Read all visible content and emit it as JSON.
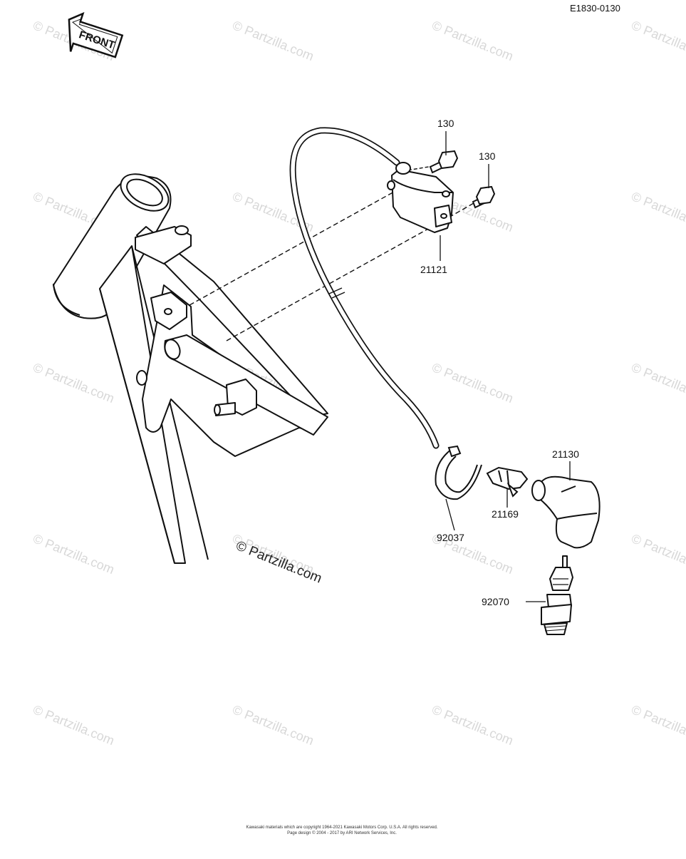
{
  "diagram_code": "E1830-0130",
  "front_badge": "FRONT",
  "parts": [
    {
      "id": "p130a",
      "number": "130"
    },
    {
      "id": "p130b",
      "number": "130"
    },
    {
      "id": "p21121",
      "number": "21121"
    },
    {
      "id": "p21130",
      "number": "21130"
    },
    {
      "id": "p21169",
      "number": "21169"
    },
    {
      "id": "p92037",
      "number": "92037"
    },
    {
      "id": "p92070",
      "number": "92070"
    }
  ],
  "watermark": "© Partzilla.com",
  "center_watermark": "© Partzilla.com",
  "footer": {
    "line1": "Kawasaki materials which are copyright 1964-2021 Kawasaki Motors Corp. U.S.A. All rights reserved.",
    "line2": "Page design © 2004 - 2017 by ARI Network Services, Inc."
  },
  "colors": {
    "ink": "#111111",
    "watermark": "#d8d8d8",
    "background": "#ffffff"
  }
}
